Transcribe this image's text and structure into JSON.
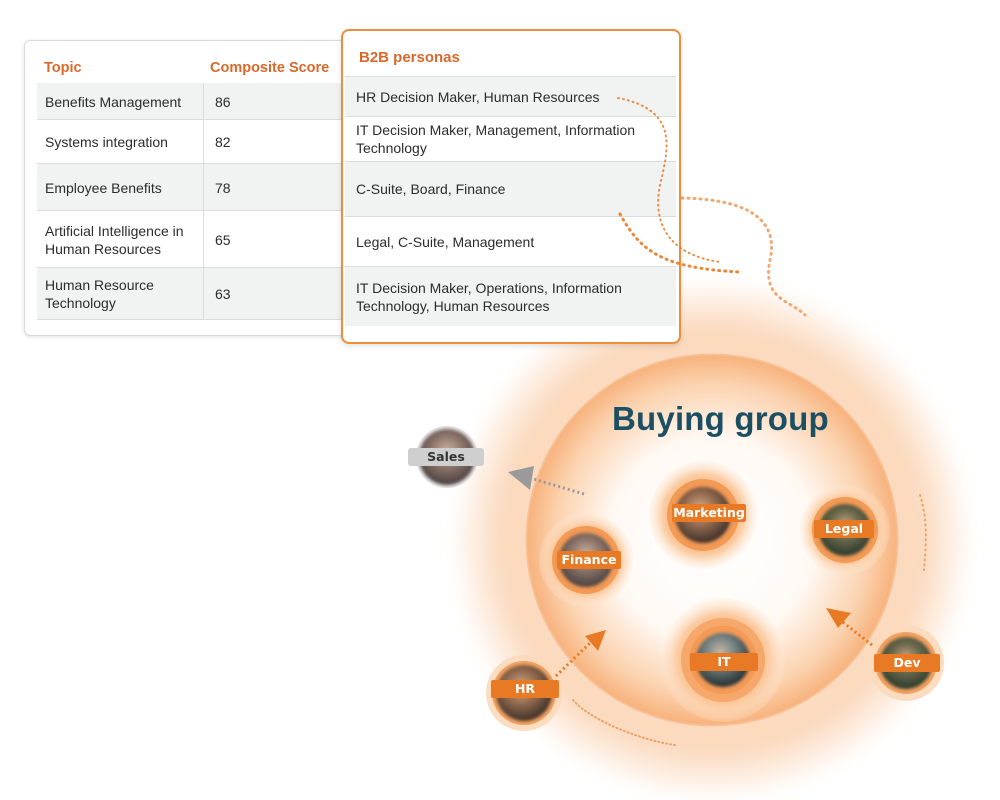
{
  "topics_table": {
    "headers": {
      "topic": "Topic",
      "score": "Composite Score"
    },
    "rows": [
      {
        "topic": "Benefits Management",
        "score": "86"
      },
      {
        "topic": "Systems integration",
        "score": "82"
      },
      {
        "topic": "Employee Benefits",
        "score": "78"
      },
      {
        "topic": "Artificial Intelligence in Human Resources",
        "score": "65"
      },
      {
        "topic": "Human Resource Technology",
        "score": "63"
      }
    ]
  },
  "personas_table": {
    "header": "B2B personas",
    "rows": [
      "HR Decision Maker, Human Resources",
      "IT Decision Maker, Management, Information Technology",
      "C-Suite, Board, Finance",
      "Legal, C-Suite, Management",
      "IT Decision Maker, Operations, Information Technology, Human Resources"
    ]
  },
  "buying_group": {
    "title": "Buying group",
    "inner_members": [
      "Marketing",
      "Finance",
      "Legal",
      "IT"
    ],
    "outer_members": [
      "Sales",
      "HR",
      "Dev"
    ]
  },
  "colors": {
    "accent": "#e97a25",
    "header_text": "#d9692a",
    "title": "#1c4f63",
    "card_border": "#ee8d3c",
    "row_shade": "#f1f2f2",
    "sales_label": "#cfcfcf"
  }
}
